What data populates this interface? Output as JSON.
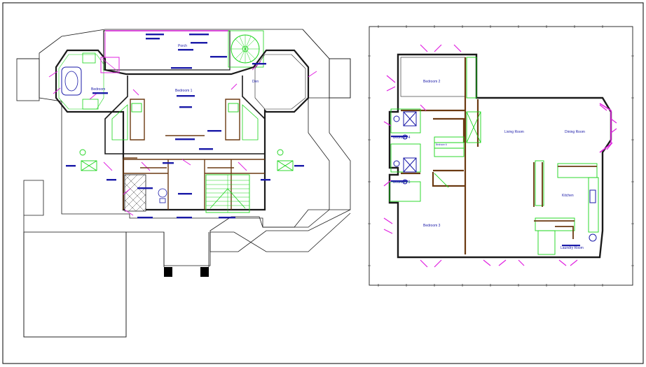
{
  "drawing": {
    "left_plan": {
      "rooms": {
        "porch": "Porch",
        "bedroom": "Bedroom",
        "bedroom_1": "Bedroom 1",
        "den": "Den"
      }
    },
    "right_plan": {
      "rooms": {
        "bedroom_2": "Bedroom 2",
        "bedroom_3": "Bedroom 3",
        "bedroom_4": "Bedroom 4",
        "bedroom_5": "Bedroom 5",
        "bedroom_6": "Bedroom 6",
        "living_room": "Living Room",
        "dining_room": "Dining Room",
        "kitchen": "Kitchen",
        "laundry_room": "Laundry Room"
      }
    }
  },
  "colors": {
    "wall": "#1a1a1a",
    "partition": "#6b3a12",
    "fixture": "#19d419",
    "door_window": "#e020e0",
    "text": "#1a1aa8",
    "frame": "#000000"
  },
  "icons": [
    "spiral-stair-icon",
    "bathtub-icon",
    "toilet-icon",
    "stair-icon",
    "fixture-icon"
  ]
}
